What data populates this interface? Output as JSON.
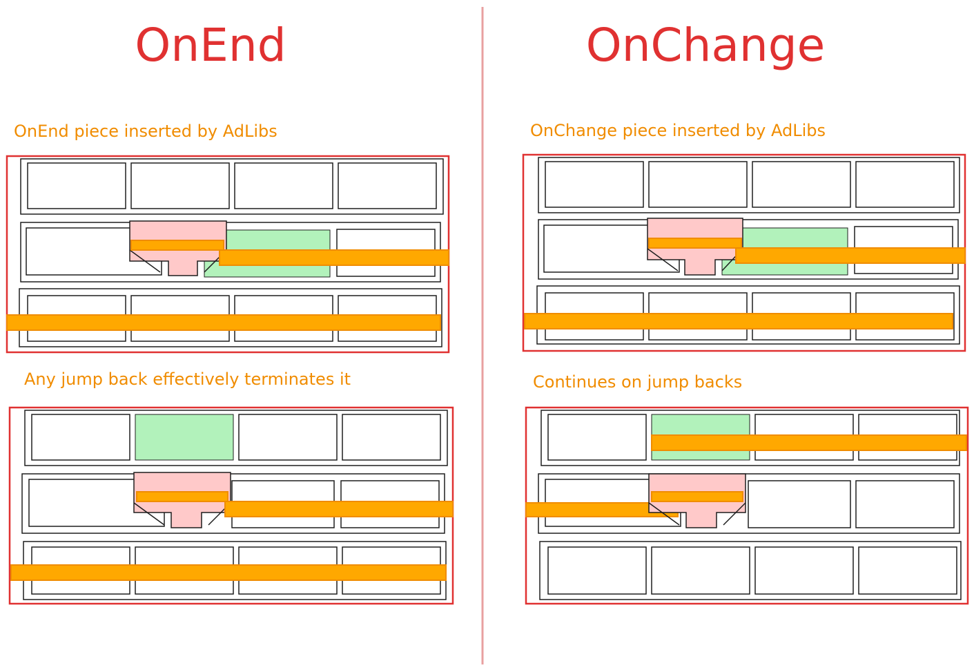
{
  "colors": {
    "title": "#e03131",
    "caption": "#f08c00",
    "frame": "#e03131",
    "divider": "#e8a0a0",
    "cell_stroke": "#1e1e1e",
    "bar_fill": "#ffa800",
    "bar_stroke": "#f08c00",
    "pink_fill": "#ffc9c9",
    "green_fill": "#b2f2bb"
  },
  "left": {
    "title": "OnEnd",
    "top_caption": "OnEnd piece inserted by AdLibs",
    "bottom_caption": "Any jump back effectively terminates it"
  },
  "right": {
    "title": "OnChange",
    "top_caption": "OnChange piece inserted by AdLibs",
    "bottom_caption": "Continues on jump backs"
  }
}
